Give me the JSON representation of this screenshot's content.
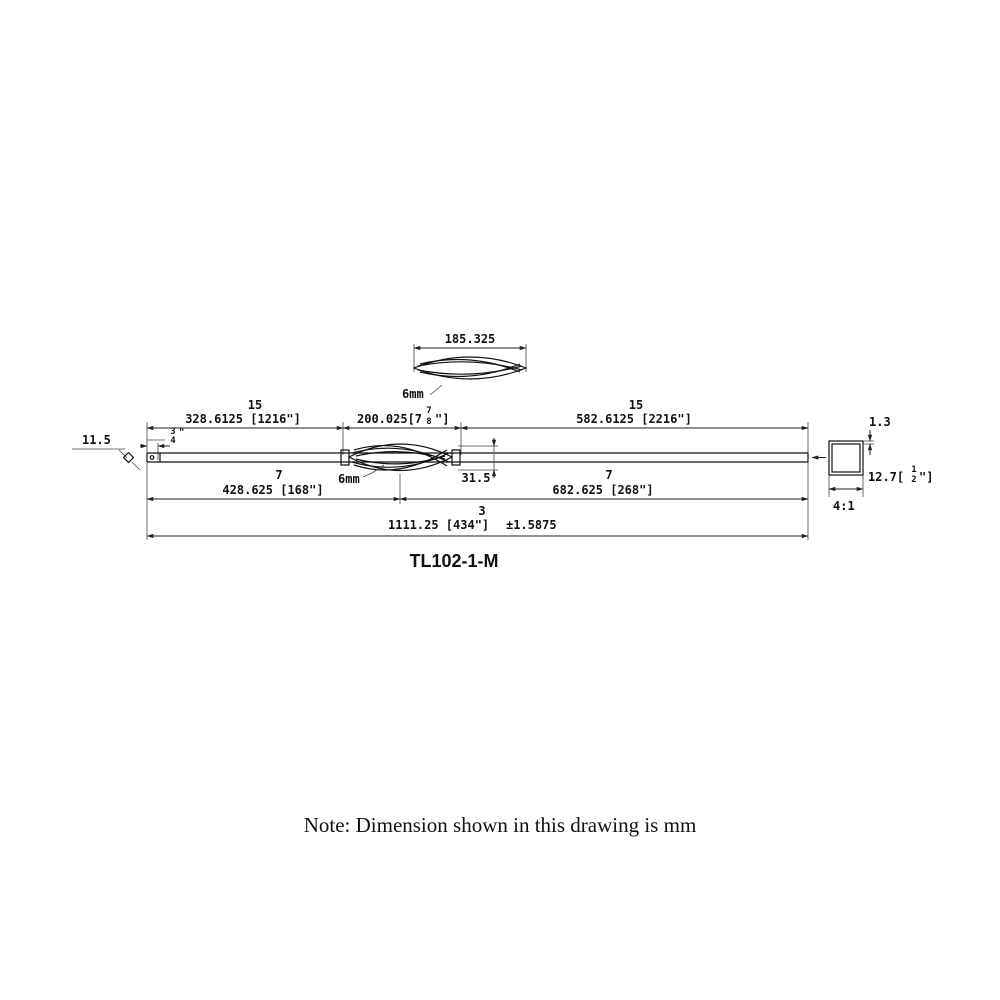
{
  "drawing": {
    "part_number": "TL102-1-M",
    "note": "Note: Dimension shown in this drawing is mm",
    "twist_detail": {
      "length_label": "185.325",
      "bar_label": "6mm"
    },
    "top_dims": {
      "left": {
        "count": "15",
        "value": "328.6125 [1216\"]"
      },
      "center": {
        "value": "200.025[7",
        "frac_num": "7",
        "frac_den": "8",
        "suffix": "\"]"
      },
      "right": {
        "count": "15",
        "value": "582.6125 [2216\"]"
      }
    },
    "end_dims": {
      "end_width": "11.5",
      "hole_offset_num": "3",
      "hole_offset_den": "4",
      "hole_offset_unit": "\""
    },
    "bottom_dims": {
      "left": {
        "count": "7",
        "value": "428.625 [168\"]"
      },
      "right": {
        "count": "7",
        "value": "682.625 [268\"]"
      },
      "basket_bar_label": "6mm",
      "basket_height": "31.5"
    },
    "overall": {
      "count": "3",
      "value": "1111.25 [434\"]",
      "tolerance": "±1.5875"
    },
    "section": {
      "wall": "1.3",
      "size": "12.7[",
      "size_frac_num": "1",
      "size_frac_den": "2",
      "size_suffix": "\"]",
      "scale": "4:1"
    }
  }
}
